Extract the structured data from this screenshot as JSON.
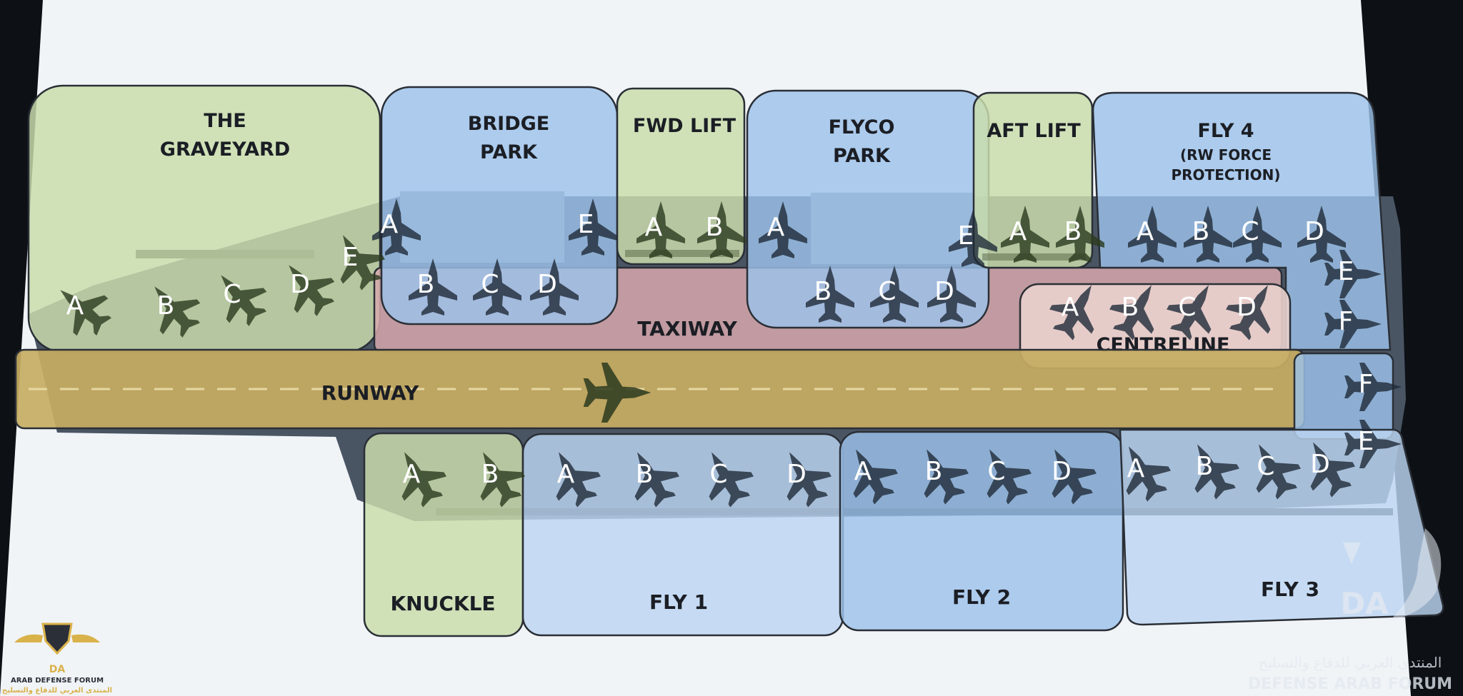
{
  "colors": {
    "paper": "#f1f4f7",
    "green_zone": "#c9dcab",
    "blue_zone": "#9cc2ea",
    "light_blue_zone": "#bcd6f2",
    "taxiway": "#d8a9ad",
    "centreline": "#ead2cd",
    "runway": "#c7ad62",
    "deck": "#4a5564",
    "aircraft_dark": "#1f2b38",
    "aircraft_green": "#2b3a1e",
    "outline": "#2a2f36"
  },
  "zones": {
    "graveyard": {
      "title_line1": "THE",
      "title_line2": "GRAVEYARD",
      "spots": [
        "A",
        "B",
        "C",
        "D",
        "E"
      ]
    },
    "bridge_park": {
      "title_line1": "BRIDGE",
      "title_line2": "PARK",
      "spots": [
        "A",
        "B",
        "C",
        "D",
        "E"
      ]
    },
    "fwd_lift": {
      "title": "FWD LIFT",
      "spots": [
        "A",
        "B"
      ]
    },
    "flyco_park": {
      "title_line1": "FLYCO",
      "title_line2": "PARK",
      "spots": [
        "A",
        "B",
        "C",
        "D",
        "E"
      ]
    },
    "aft_lift": {
      "title": "AFT LIFT",
      "spots": [
        "A",
        "B"
      ]
    },
    "fly4": {
      "title": "FLY 4",
      "subtitle_line1": "(RW FORCE",
      "subtitle_line2": "PROTECTION)",
      "spots": [
        "A",
        "B",
        "C",
        "D",
        "E",
        "F"
      ]
    },
    "taxiway": {
      "title": "TAXIWAY"
    },
    "centreline": {
      "title": "CENTRELINE",
      "spots": [
        "A",
        "B",
        "C",
        "D"
      ]
    },
    "runway": {
      "title": "RUNWAY"
    },
    "knuckle": {
      "title": "KNUCKLE",
      "spots": [
        "A",
        "B"
      ]
    },
    "fly1": {
      "title": "FLY 1",
      "spots": [
        "A",
        "B",
        "C",
        "D"
      ]
    },
    "fly2": {
      "title": "FLY 2",
      "spots": [
        "A",
        "B",
        "C",
        "D"
      ]
    },
    "fly3": {
      "title": "FLY 3",
      "spots": [
        "A",
        "B",
        "C",
        "D",
        "E",
        "F"
      ]
    }
  },
  "watermarks": {
    "left_logo_text": "DA",
    "left_line1": "ARAB DEFENSE FORUM",
    "left_line2": "المنتدى العربي للدفاع والتسليح",
    "right_logo_text": "DA",
    "right_line1": "المنتدى العربي للدفاع والتسليح",
    "right_line2": "DEFENSE ARAB FORUM"
  }
}
